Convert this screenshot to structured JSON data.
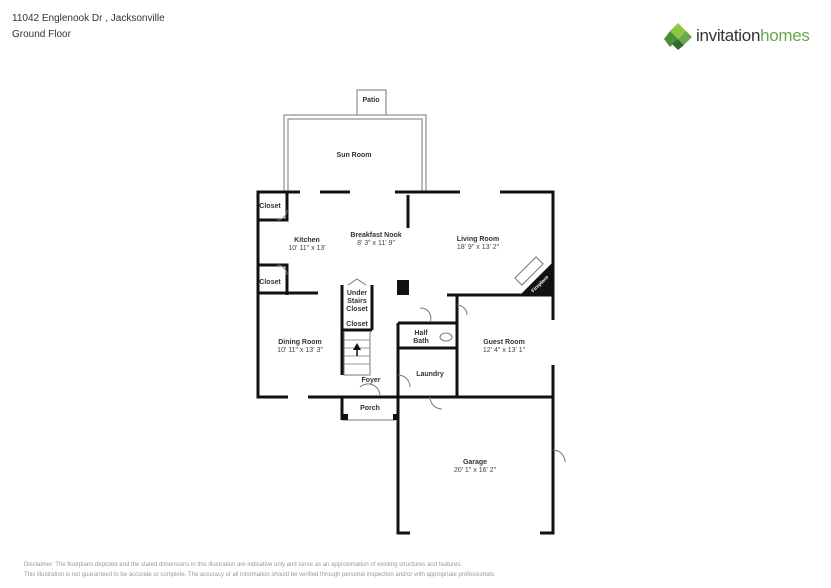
{
  "header": {
    "address": "11042 Englenook Dr , Jacksonville",
    "floor": "Ground Floor"
  },
  "logo": {
    "text_main": "invitation",
    "text_accent": "homes",
    "colors": [
      "#4a8f3c",
      "#8dc63f",
      "#2e6b30"
    ]
  },
  "rooms": {
    "patio": {
      "name": "Patio"
    },
    "sun_room": {
      "name": "Sun Room"
    },
    "closet_1": {
      "name": "Closet"
    },
    "closet_2": {
      "name": "Closet"
    },
    "kitchen": {
      "name": "Kitchen",
      "dims": "10' 11\" x 13'"
    },
    "breakfast_nook": {
      "name": "Breakfast Nook",
      "dims": "8' 3\" x 11' 9\""
    },
    "living_room": {
      "name": "Living Room",
      "dims": "18' 9\" x 13' 2\""
    },
    "fireplace": {
      "name": "Fireplace"
    },
    "under_stairs": {
      "line1": "Under",
      "line2": "Stairs",
      "line3": "Closet"
    },
    "closet_3": {
      "name": "Closet"
    },
    "dining_room": {
      "name": "Dining Room",
      "dims": "10' 11\" x 13' 3\""
    },
    "half_bath": {
      "line1": "Half",
      "line2": "Bath"
    },
    "guest_room": {
      "name": "Guest Room",
      "dims": "12' 4\" x 13' 1\""
    },
    "foyer": {
      "name": "Foyer"
    },
    "laundry": {
      "name": "Laundry"
    },
    "porch": {
      "name": "Porch"
    },
    "garage": {
      "name": "Garage",
      "dims": "20' 1\" x 16' 2\""
    }
  },
  "disclaimer": {
    "line1": "Disclaimer: The floorplans depicted and the stated dimensions in this illustration are indicative only and serve as an approximation of existing structures and features.",
    "line2": "This illustration is not guaranteed to be accurate or complete. The accuracy of all information should be verified through personal inspection and/or with appropriate professionals."
  }
}
